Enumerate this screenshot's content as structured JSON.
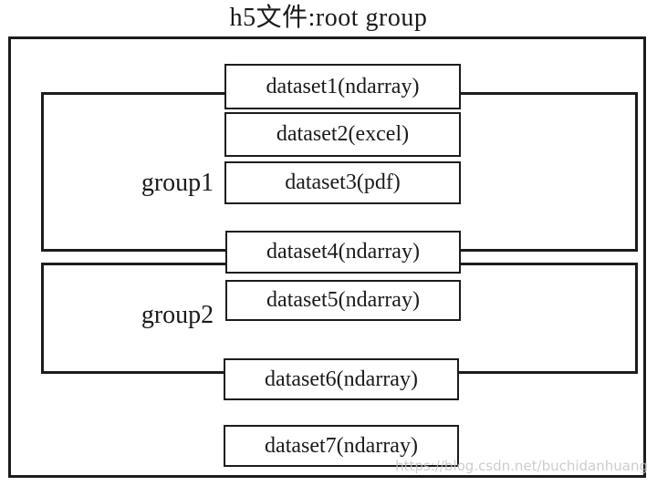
{
  "title": "h5文件:root group",
  "watermark": "https://blog.csdn.net/buchidanhuang",
  "diagram": {
    "groups": [
      {
        "label": "group1",
        "datasets": [
          "dataset1(ndarray)",
          "dataset2(excel)",
          "dataset3(pdf)"
        ]
      },
      {
        "label": "group2",
        "datasets": [
          "dataset4(ndarray)",
          "dataset5(ndarray)"
        ]
      }
    ],
    "root_datasets": [
      "dataset6(ndarray)",
      "dataset7(ndarray)"
    ]
  },
  "colors": {
    "background": "#ffffff",
    "border": "#1c1c1c",
    "text": "#1a1a1a",
    "watermark": "#c2c6c0"
  }
}
